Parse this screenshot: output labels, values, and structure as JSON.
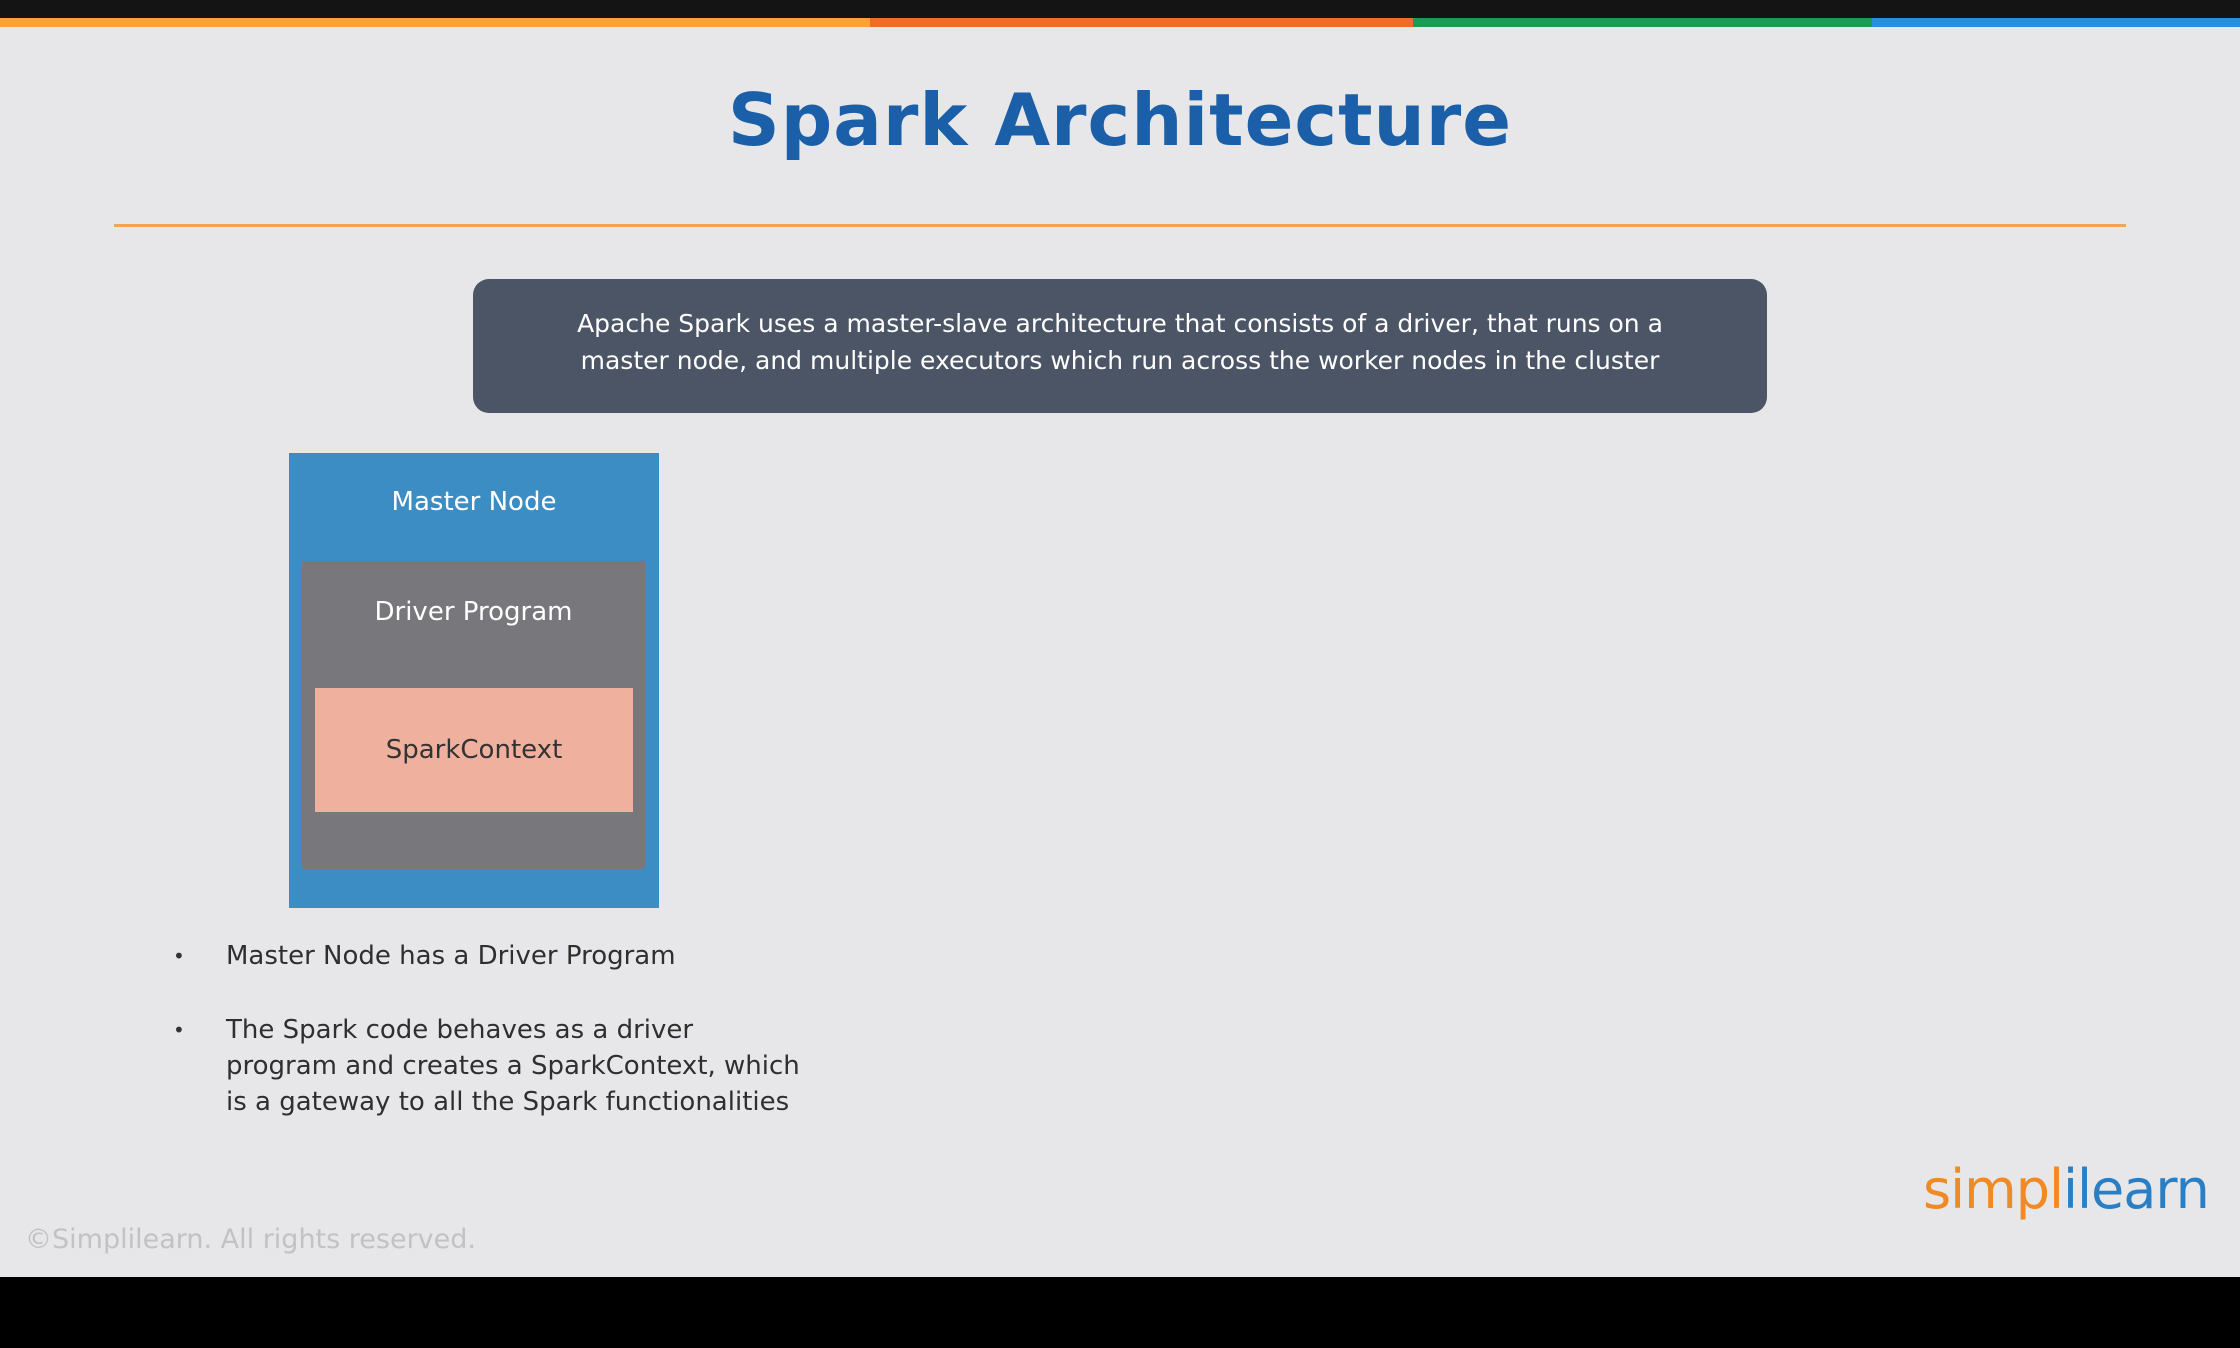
{
  "slide": {
    "title": "Spark Architecture",
    "callout": "Apache Spark uses a master-slave architecture that consists of a driver, that runs on a master node, and multiple executors which run across the worker nodes in the cluster"
  },
  "diagram": {
    "master_node": "Master Node",
    "driver_program": "Driver Program",
    "spark_context": "SparkContext"
  },
  "bullets": [
    "Master Node has a Driver Program",
    "The Spark code behaves as a driver program and creates a SparkContext, which is a gateway to all the Spark functionalities"
  ],
  "footer": {
    "copyright": "©Simplilearn. All rights reserved.",
    "logo_part1": "simpl",
    "logo_part2": "ilearn"
  },
  "colors": {
    "accent_bar": [
      "#f5a33a",
      "#f06a2a",
      "#1f9a55",
      "#2a8fd6"
    ],
    "title": "#1b5fa8",
    "callout_bg": "#4b5565",
    "master_node": "#3b8dc4",
    "driver_program": "#78777c",
    "spark_context": "#f0b09e"
  }
}
